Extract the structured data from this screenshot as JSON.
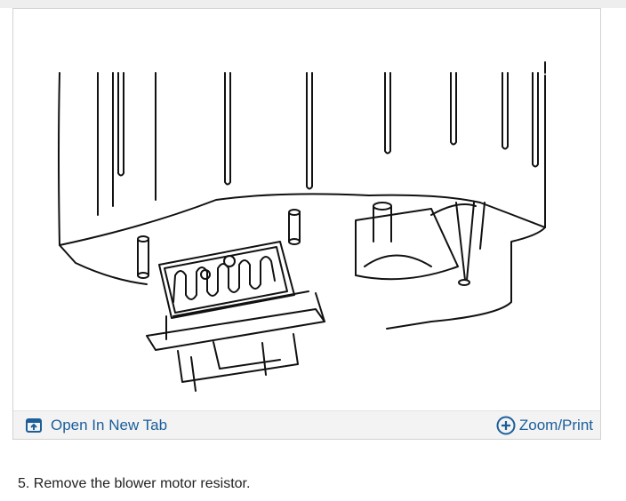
{
  "page": {
    "background": "#ffffff",
    "accent": "#1b5e9a"
  },
  "figure": {
    "actions": {
      "open_new_tab": {
        "label": "Open In New Tab",
        "icon": "open-new-tab-icon"
      },
      "zoom_print": {
        "label": "Zoom/Print",
        "icon": "zoom-plus-circle-icon"
      }
    }
  },
  "caption": {
    "text": "5. Remove the blower motor resistor."
  }
}
